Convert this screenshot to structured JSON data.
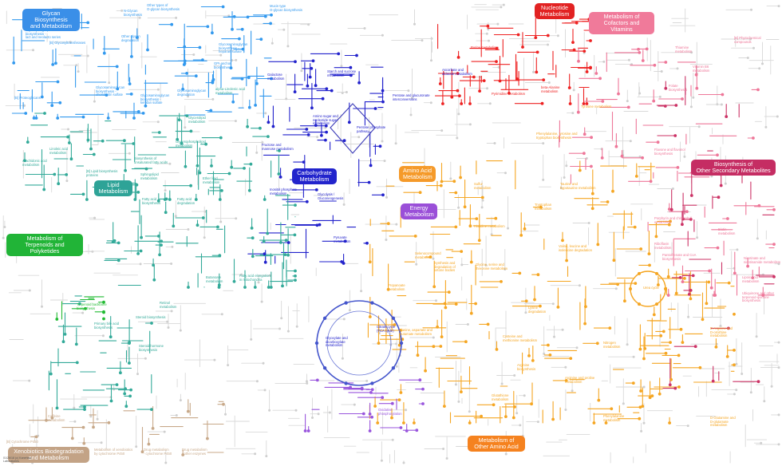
{
  "title": "Metabolic pathways",
  "colors": {
    "glycan": "#3399ee",
    "carbohydrate": "#2222cc",
    "lipid": "#33aa99",
    "amino_acid": "#f5a623",
    "energy": "#9955dd",
    "nucleotide": "#ee2222",
    "cofactors": "#ee7799",
    "secondary": "#cc3366",
    "terpenoid": "#22bb33",
    "xenobiotics": "#c8a98a",
    "other_amino": "#f58a1f",
    "background": "#d9d9d9"
  },
  "categories": {
    "glycan": "Glycan Biosynthesis\nand Metabolism",
    "nucleotide": "Nucleotide\nMetabolism",
    "cofactors": "Metabolism of\nCofactors and Vitamins",
    "secondary": "Biosynthesis of\nOther Secondary Metabolites",
    "carbohydrate": "Carbohydrate\nMetabolism",
    "amino_acid": "Amino Acid\nMetabolism",
    "lipid": "Lipid\nMetabolism",
    "energy": "Energy\nMetabolism",
    "terpenoid": "Metabolism of\nTerpenoids and Polyketides",
    "xenobiotics": "Xenobiotics Biodegradation\nand Metabolism",
    "other_amino": "Metabolism of\nOther Amino Acid"
  },
  "pathways": {
    "glycosphingolipid_lacto": "Glycosphingolipid\nbiosynthesis -\nlact and neolacto series",
    "glycosyltransferases": "[B] Glycosyltransferases",
    "proteoglycans": "[B] Proteoglycans",
    "other_glycan_degradation": "Other glycan\ndegradation",
    "other_o_glycan": "Other types of\nO-glycan biosynthesis",
    "n_glycan": "N-Glycan\nbiosynthesis",
    "mucin_o_glycan": "Mucin type\nO-glycan biosynthesis",
    "gpi_anchor": "GPI-anchor\nbiosynthesis",
    "keratan_sulfate": "Glycosaminoglycan\nbiosynthesis -\nkeratan sulfate",
    "chondroitin": "Glycosaminoglycan\nbiosynthesis -\nchondroitin sulfate",
    "heparan_sulfate": "Glycosaminoglycan\nbiosynthesis -\nheparan sulfate",
    "glycosaminoglycan_degradation": "Glycosaminoglycan\ndegradation",
    "alpha_linolenic": "alpha-Linolenic acid\nmetabolism",
    "linoleic": "Linoleic acid\nmetabolism",
    "lipid_biosynthesis": "[B] Lipid biosynthesis\nproteins",
    "arachidonic": "Arachidonic acid\nmetabolism",
    "galactose": "Galactose\nmetabolism",
    "starch_sucrose": "Starch and sucrose\nmetabolism",
    "amino_sugar": "Amino sugar and\nnucleotide sugar\nmetabolism",
    "fructose_mannose": "Fructose and\nmannose metabolism",
    "pentose_phosphate": "Pentose phosphate\npathway",
    "pentose_glucuronate": "Pentose and glucuronate\ninterconversions",
    "ascorbate_aldarate": "Ascorbate and\naldarate metabolism",
    "inositol_phosphate": "Inositol phosphate\nmetabolism",
    "glycolysis": "Glycolysis /\nGluconeogenesis",
    "pyruvate": "Pyruvate\nmetabolism",
    "purine": "Purine metabolism",
    "pyrimidine": "Pyrimidine metabolism",
    "beta_alanine": "beta-Alanine\nmetabolism",
    "tyrosine": "Tyrosine metabolism",
    "phenylalanine_biosynthesis": "Phenylalanine, tyrosine and\ntryptophan biosynthesis",
    "phytochemical": "[B] Phytochemical\ncompounds",
    "thiamine": "Thiamine\nmetabolism",
    "vitamin_b6": "Vitamin B6\nmetabolism",
    "folate": "Folate\nbiosynthesis",
    "flavone": "Flavone and flavonol\nbiosynthesis",
    "glycerolipid": "Glycerolipid\nmetabolism",
    "glycerophospholipid": "Glycerophospholipid\nmetabolism",
    "ether_lipid": "Ether lipid\nmetabolism",
    "sphingolipid": "Sphingolipid\nmetabolism",
    "unsaturated_fa": "Biosynthesis of\nunsaturated fatty acids",
    "fatty_acid_biosynthesis": "Fatty acid\nbiosynthesis",
    "fatty_acid_degradation": "Fatty acid\ndegradation",
    "fatty_acid_elongation": "Fatty acid elongation\nin mitochondria",
    "butanoate": "Butanoate\nmetabolism",
    "propanoate": "Propanoate\nmetabolism",
    "sulfur": "Sulfur\nmetabolism",
    "taurine": "Taurine and\nhypotaurine metabolism",
    "tryptophan": "Tryptophan\nmetabolism",
    "histidine": "Histidine metabolism",
    "valine_leucine": "Valine, leucine and\nisoleucine degradation",
    "lysine_degradation": "Lysine\ndegradation",
    "glycine_serine": "Glycine, serine and\nthreonine metabolism",
    "selenocompound": "Selenocompound\nmetabolism",
    "ketone_bodies": "Synthesis and\ndegradation of\nketone bodies",
    "cysteine_methionine": "Cysteine and\nmethionine metabolism",
    "arginine_biosynthesis": "Arginine\nbiosynthesis",
    "arginine_proline": "Arginine and proline\nmetabolism",
    "glutathione": "Glutathione\nmetabolism",
    "alanine_aspartate": "Alanine, aspartate and\nglutamate metabolism",
    "urea_cycle": "Urea cycle",
    "nitrogen": "Nitrogen\nmetabolism",
    "d_arginine": "D-Arginine and\nD-ornithine\nmetabolism",
    "d_glutamine": "D-Glutamine and\nD-glutamate\nmetabolism",
    "phenylalanine": "Phenylalanine\nmetabolism",
    "citrate_cycle": "Citrate cycle\n(TCA cycle)",
    "glyoxylate": "Glyoxylate and\ndicarboxylate\nmetabolism",
    "oxidative_phosphorylation": "Oxidative\nphosphorylation",
    "terpenoid_backbone": "Terpenoid backbone\nbiosynthesis",
    "primary_bile_acid": "Primary bile acid\nbiosynthesis",
    "steroid_biosynthesis": "Steroid biosynthesis",
    "steroid_hormone": "Steroid hormone\nbiosynthesis",
    "retinol": "Retinol\nmetabolism",
    "cytochrome_p450": "[B] Cytochrome P450",
    "xenobiotics_p450": "Metabolism of xenobiotics\nby cytochrome P450",
    "drug_p450": "Drug metabolism\n- cytochrome P450",
    "drug_other": "Drug metabolism\n- other enzymes",
    "caffeine": "Caffeine\nmetabolism",
    "porphyrin": "Porphyrin and chlorophyll\nmetabolism",
    "riboflavin": "Riboflavin\nmetabolism",
    "pantothenate": "Pantothenate and CoA\nbiosynthesis",
    "nicotinate": "Nicotinate and\nnicotinamide metabolism",
    "biotin": "Biotin\nmetabolism",
    "lipoic_acid": "Lipoic acid\nmetabolism",
    "ubiquinone": "Ubiquinone and other\nterpenoid-quinone\nbiosynthesis"
  },
  "footer": "01/26/18 (c) Kanehisa Laboratories"
}
